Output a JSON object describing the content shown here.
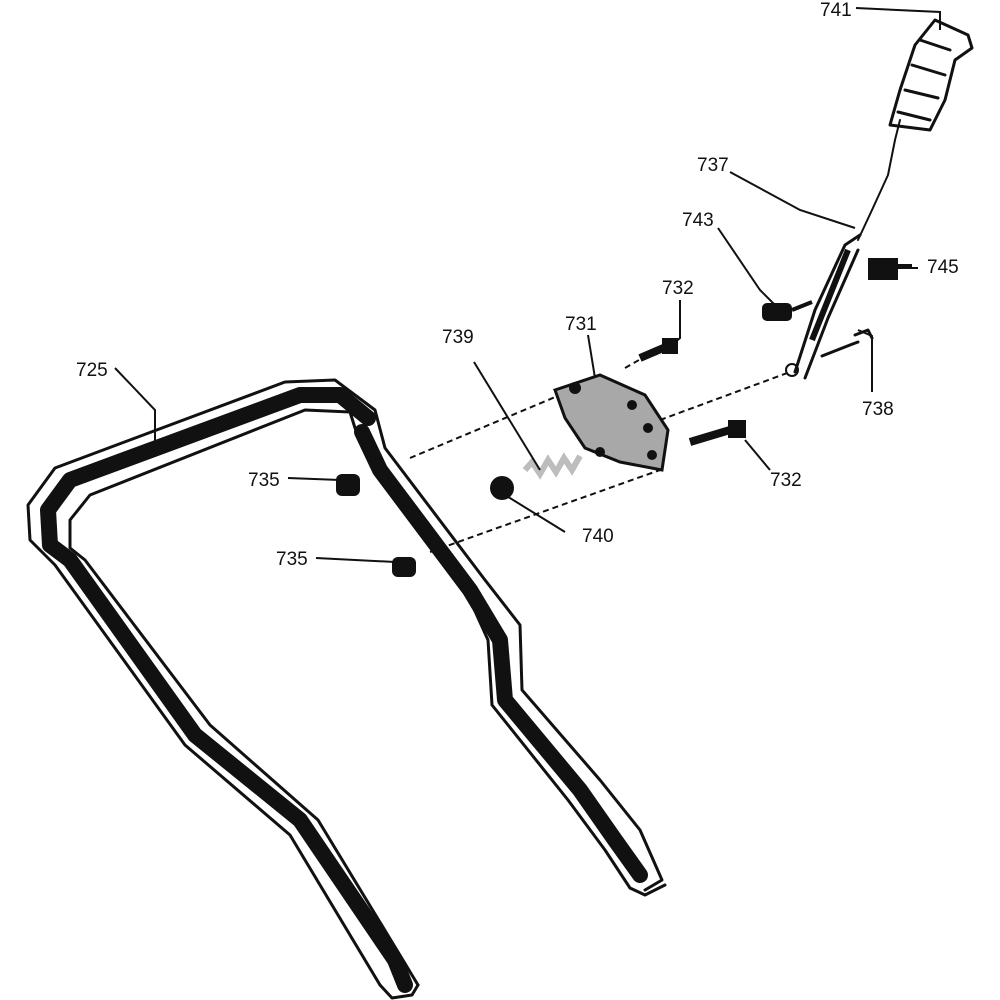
{
  "callouts": {
    "p741": "741",
    "p737": "737",
    "p743": "743",
    "p745": "745",
    "p732a": "732",
    "p731": "731",
    "p739": "739",
    "p725": "725",
    "p738": "738",
    "p735a": "735",
    "p732b": "732",
    "p740": "740",
    "p735b": "735"
  },
  "colors": {
    "ink": "#111111",
    "bracket_fill": "#a8a8a8",
    "spring_fill": "#bdbdbd"
  }
}
